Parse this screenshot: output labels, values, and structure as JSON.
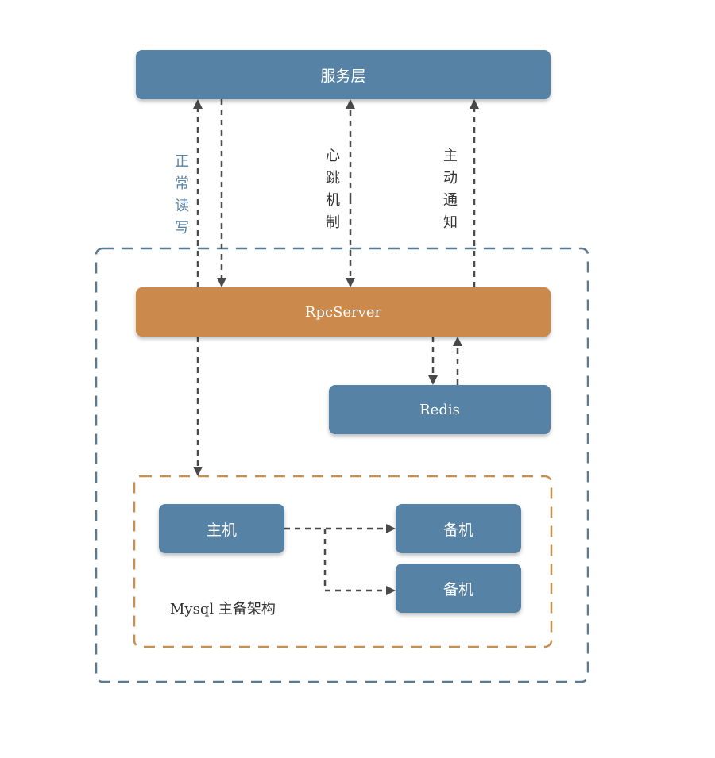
{
  "boxes": {
    "service_layer": "服务层",
    "rpc_server": "RpcServer",
    "redis": "Redis",
    "master": "主机",
    "slave_1": "备机",
    "slave_2": "备机"
  },
  "labels": {
    "normal_read_write": "正常读写",
    "heartbeat": "心跳机制",
    "active_notify": "主动通知",
    "mysql_cluster": "Mysql 主备架构"
  },
  "colors": {
    "box_blue": "#5582a5",
    "box_orange": "#cb8a4b",
    "outer_group_border": "#5a7a92",
    "mysql_group_border": "#c89050",
    "arrow": "#4a4a4a"
  }
}
